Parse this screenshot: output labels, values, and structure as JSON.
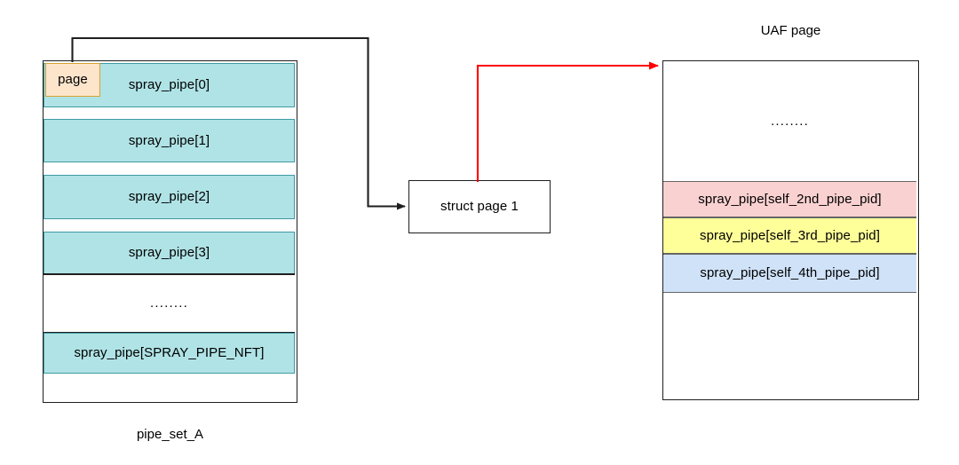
{
  "diagram": {
    "title_left": "pipe_set_A",
    "title_right": "UAF page",
    "colors": {
      "teal": "#b0e3e6",
      "teal_border": "#3f9ba3",
      "orange": "#fde5cc",
      "orange_border": "#d6a331",
      "pink": "#fad1d1",
      "yellow": "#ffff99",
      "blue": "#cfe2f8",
      "line_black": "#1f1f1f",
      "line_red": "#ff0000"
    }
  },
  "pipe_set_a": {
    "caption": "pipe_set_A",
    "page_tag": "page",
    "rows": [
      {
        "label": "spray_pipe[0]",
        "style": "teal"
      },
      {
        "label": "",
        "style": "plain"
      },
      {
        "label": "spray_pipe[1]",
        "style": "teal"
      },
      {
        "label": "",
        "style": "plain"
      },
      {
        "label": "spray_pipe[2]",
        "style": "teal"
      },
      {
        "label": "",
        "style": "plain"
      },
      {
        "label": "spray_pipe[3]",
        "style": "teal"
      },
      {
        "label": "........",
        "style": "plain"
      },
      {
        "label": "spray_pipe[SPRAY_PIPE_NFT]",
        "style": "teal"
      },
      {
        "label": "",
        "style": "plain"
      }
    ]
  },
  "struct_page": {
    "label": "struct page 1"
  },
  "uaf_page": {
    "title": "UAF page",
    "ellipsis": "........",
    "rows": [
      {
        "label": "spray_pipe[self_2nd_pipe_pid]",
        "style": "pink"
      },
      {
        "label": "spray_pipe[self_3rd_pipe_pid]",
        "style": "yellow"
      },
      {
        "label": "spray_pipe[self_4th_pipe_pid]",
        "style": "blue"
      }
    ]
  },
  "connectors": [
    {
      "name": "page-to-struct-page",
      "color": "#1f1f1f"
    },
    {
      "name": "struct-page-to-uaf-page",
      "color": "#ff0000"
    }
  ]
}
